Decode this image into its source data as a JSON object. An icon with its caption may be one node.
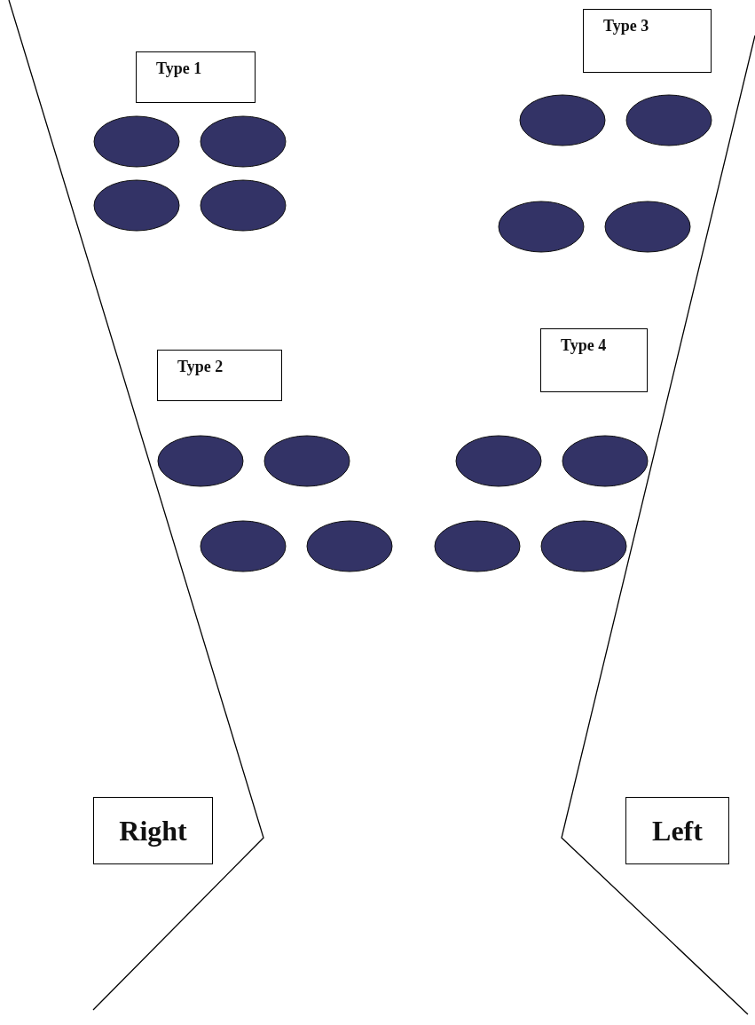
{
  "diagram": {
    "nodes": [
      {
        "text": [
          "Type 1"
        ]
      },
      {
        "text": [],
        "shape": "ellipse"
      },
      {
        "text": [],
        "shape": "ellipse"
      },
      {
        "text": [],
        "shape": "ellipse"
      },
      {
        "text": [],
        "shape": "ellipse"
      },
      {
        "text": [
          "Type 3"
        ]
      },
      {
        "text": [],
        "shape": "ellipse"
      },
      {
        "text": [],
        "shape": "ellipse"
      },
      {
        "text": [],
        "shape": "ellipse"
      },
      {
        "text": [],
        "shape": "ellipse"
      },
      {
        "text": [
          "Type 2"
        ]
      },
      {
        "text": [],
        "shape": "ellipse"
      },
      {
        "text": [],
        "shape": "ellipse"
      },
      {
        "text": [],
        "shape": "ellipse"
      },
      {
        "text": [],
        "shape": "ellipse"
      },
      {
        "text": [
          "Type 4"
        ]
      },
      {
        "text": [],
        "shape": "ellipse"
      },
      {
        "text": [],
        "shape": "ellipse"
      },
      {
        "text": [],
        "shape": "ellipse"
      },
      {
        "text": [],
        "shape": "ellipse"
      },
      {
        "text": [
          "Right"
        ]
      },
      {
        "text": [
          "Left"
        ]
      }
    ]
  }
}
